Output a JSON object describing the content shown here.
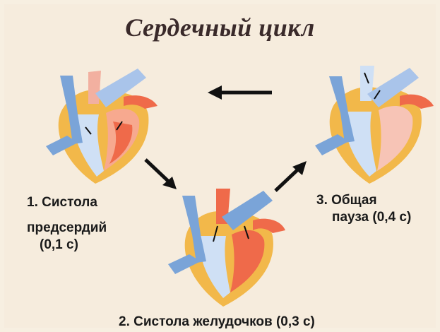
{
  "title": "Сердечный цикл",
  "phases": [
    {
      "label_line1": "1. Систола",
      "label_line2": "предсердий",
      "label_line3": "(0,1 с)"
    },
    {
      "label": "2. Систола желудочков (0,3 с)"
    },
    {
      "label_line1": "3. Общая",
      "label_line2": "пауза (0,4 с)"
    }
  ],
  "colors": {
    "background": "#f6ecdd",
    "myocardium": "#f2b84a",
    "venous_blood": "#7aa4d8",
    "arterial_blood": "#ef6a4a",
    "arrow": "#111111"
  }
}
